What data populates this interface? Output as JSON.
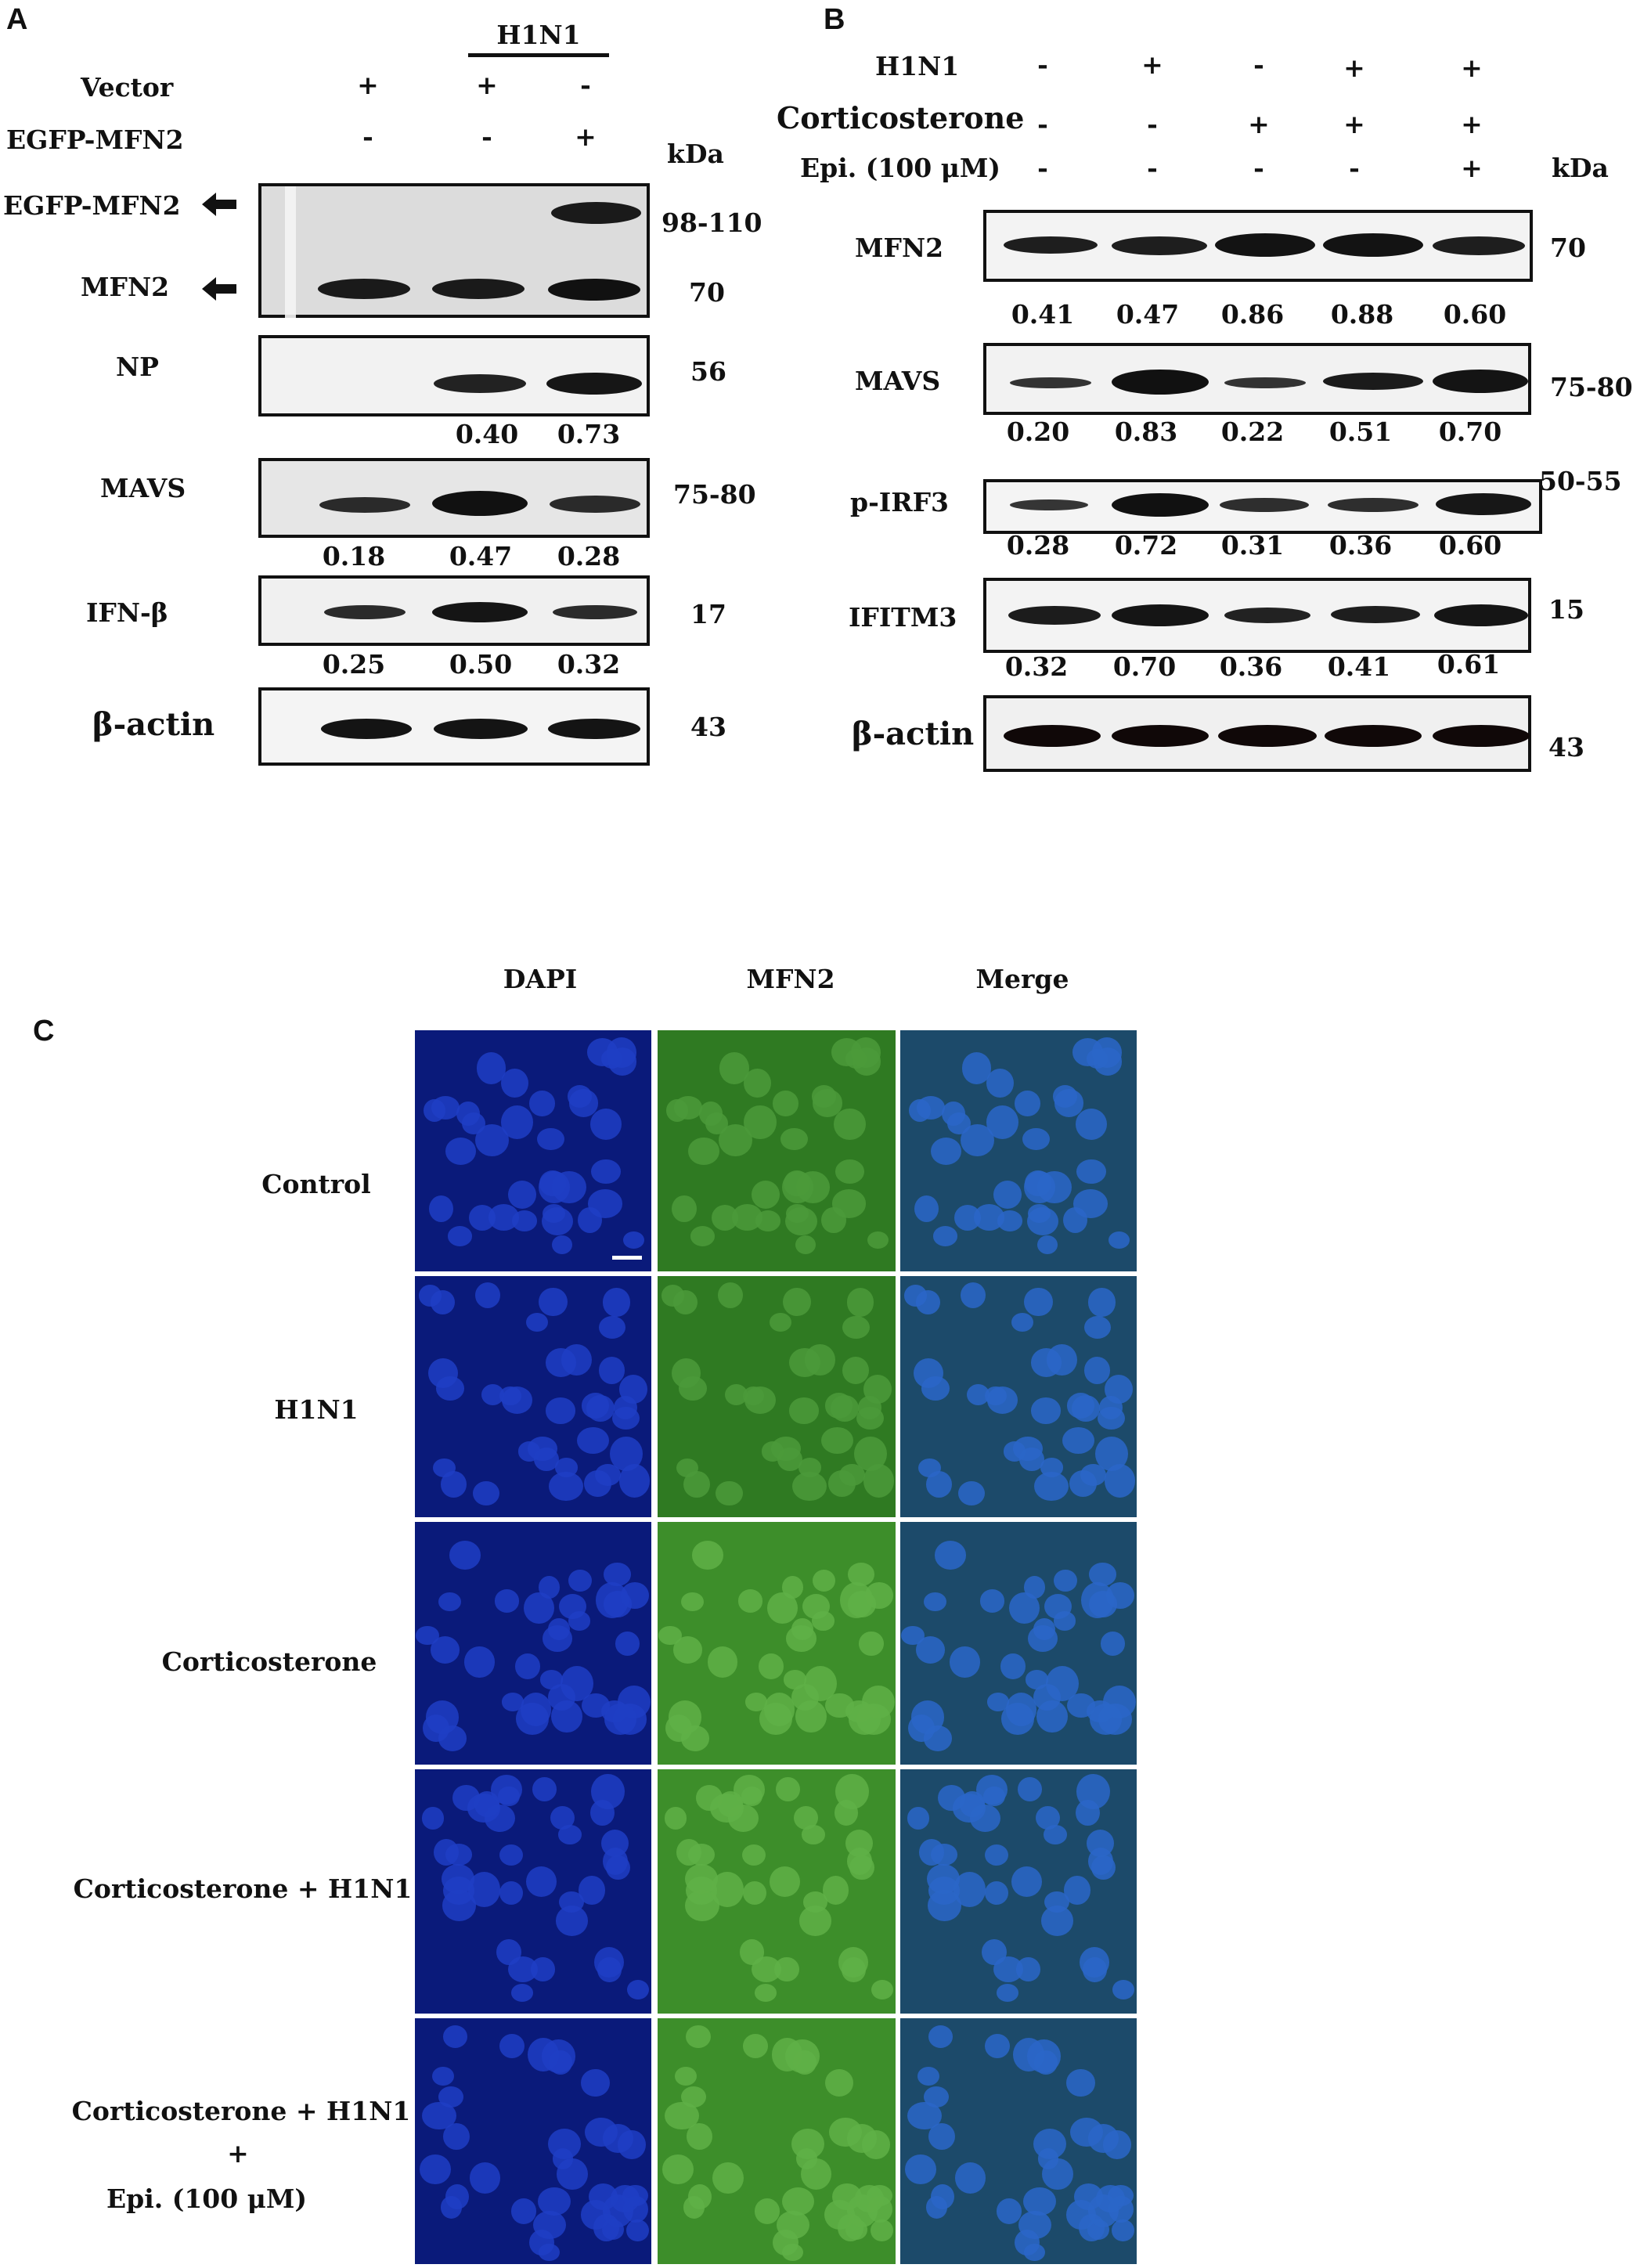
{
  "panel_a": {
    "letter": "A",
    "group_label": "H1N1",
    "rows": [
      {
        "label": "Vector",
        "signs": [
          "+",
          "+",
          "-"
        ]
      },
      {
        "label": "EGFP-MFN2",
        "signs": [
          "-",
          "-",
          "+"
        ]
      }
    ],
    "kda_header": "kDa",
    "blots": [
      {
        "label": "EGFP-MFN2",
        "label2": "MFN2",
        "kda": "98-110",
        "kda2": "70",
        "values": []
      },
      {
        "label": "NP",
        "kda": "56",
        "values": [
          "",
          "0.40",
          "0.73"
        ]
      },
      {
        "label": "MAVS",
        "kda": "75-80",
        "values": [
          "0.18",
          "0.47",
          "0.28"
        ]
      },
      {
        "label": "IFN-β",
        "kda": "17",
        "values": [
          "0.25",
          "0.50",
          "0.32"
        ]
      },
      {
        "label": "β-actin",
        "kda": "43",
        "values": []
      }
    ]
  },
  "panel_b": {
    "letter": "B",
    "rows": [
      {
        "label": "H1N1",
        "signs": [
          "-",
          "+",
          "-",
          "+",
          "+"
        ]
      },
      {
        "label": "Corticosterone",
        "signs": [
          "-",
          "-",
          "+",
          "+",
          "+"
        ]
      },
      {
        "label": "Epi. (100 μM)",
        "signs": [
          "-",
          "-",
          "-",
          "-",
          "+"
        ]
      }
    ],
    "kda_header": "kDa",
    "blots": [
      {
        "label": "MFN2",
        "kda": "70",
        "values": [
          "0.41",
          "0.47",
          "0.86",
          "0.88",
          "0.60"
        ]
      },
      {
        "label": "MAVS",
        "kda": "75-80",
        "values": [
          "0.20",
          "0.83",
          "0.22",
          "0.51",
          "0.70"
        ]
      },
      {
        "label": "p-IRF3",
        "kda": "50-55",
        "values": [
          "0.28",
          "0.72",
          "0.31",
          "0.36",
          "0.60"
        ]
      },
      {
        "label": "IFITM3",
        "kda": "15",
        "values": [
          "0.32",
          "0.70",
          "0.36",
          "0.41",
          "0.61"
        ]
      },
      {
        "label": "β-actin",
        "kda": "43",
        "values": []
      }
    ]
  },
  "panel_c": {
    "letter": "C",
    "columns": [
      "DAPI",
      "MFN2",
      "Merge"
    ],
    "rows": [
      {
        "label": "Control"
      },
      {
        "label": "H1N1"
      },
      {
        "label": "Corticosterone"
      },
      {
        "label": "Corticosterone + H1N1"
      },
      {
        "label_lines": [
          "Corticosterone + H1N1",
          "+",
          "Epi. (100 μM)"
        ]
      }
    ],
    "colors": {
      "dapi": "#0a1a7a",
      "mfn2": "#2f7a22",
      "merge": "#1c4a6a"
    }
  }
}
